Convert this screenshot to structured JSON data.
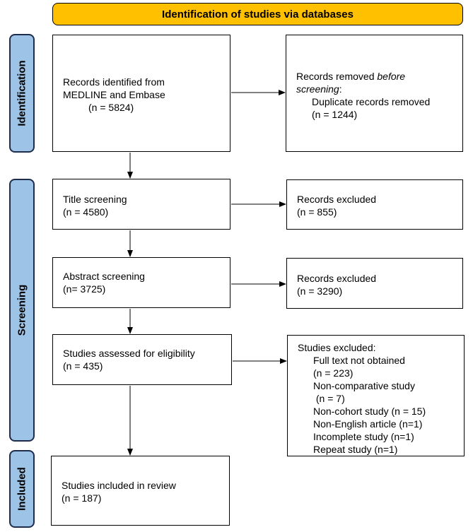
{
  "header": {
    "title": "Identification of studies via databases"
  },
  "phases": {
    "identification": "Identification",
    "screening": "Screening",
    "included": "Included"
  },
  "identified": {
    "line1": "Records identified from",
    "line2": "MEDLINE and Embase",
    "count": "(n = 5824)"
  },
  "removed": {
    "line1_prefix": "Records removed ",
    "line1_emph": "before",
    "line2_emph": "screening",
    "line2_suffix": ":",
    "line3": "Duplicate records removed",
    "count": "(n = 1244)"
  },
  "title_screening": {
    "label": "Title screening",
    "count": "(n = 4580)"
  },
  "title_excluded": {
    "label": "Records excluded",
    "count": "(n = 855)"
  },
  "abstract_screening": {
    "label": "Abstract screening",
    "count": "(n= 3725)"
  },
  "abstract_excluded": {
    "label": "Records excluded",
    "count": "(n = 3290)"
  },
  "eligibility": {
    "label": "Studies assessed for eligibility",
    "count": "(n = 435)"
  },
  "studies_excluded": {
    "title": "Studies excluded:",
    "items": [
      "Full text not obtained",
      "(n = 223)",
      "Non-comparative study",
      " (n = 7)",
      "Non-cohort study (n = 15)",
      "Non-English article (n=1)",
      "Incomplete study (n=1)",
      "Repeat study (n=1)"
    ]
  },
  "included": {
    "label": "Studies included in review",
    "count": "(n = 187)"
  }
}
